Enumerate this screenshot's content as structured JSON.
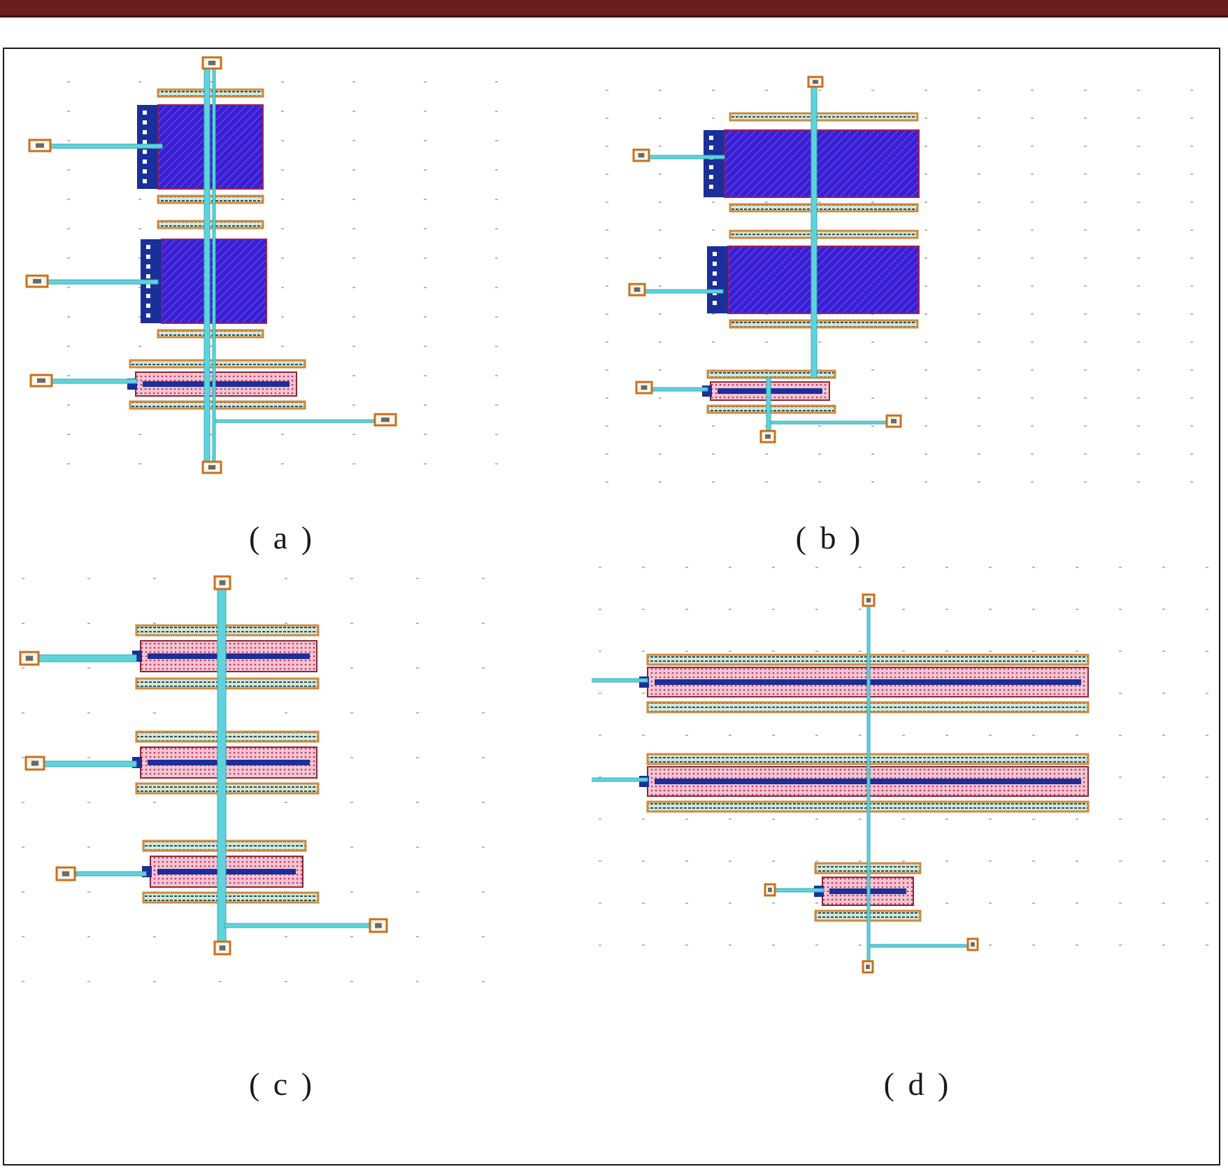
{
  "figure": {
    "panels": [
      {
        "id": "a",
        "caption": "( a )",
        "style": "wide-channel",
        "transistors": 3
      },
      {
        "id": "b",
        "caption": "( b )",
        "style": "wide-channel",
        "transistors": 3
      },
      {
        "id": "c",
        "caption": "( c )",
        "style": "narrow-channel",
        "transistors": 3
      },
      {
        "id": "d",
        "caption": "( d )",
        "style": "narrow-channel-long",
        "transistors": 3
      }
    ]
  },
  "colors": {
    "top_bar": "#6b1e20",
    "frame": "#1a1a1a",
    "grid_dot": "#b8b8b8",
    "routing_wire": "#5fd3dc",
    "channel_fill": "#3a1fd0",
    "diffusion_red": "#d0315a",
    "pin_frame": "#c8701e",
    "gate_bar": "#1b2f9a",
    "rail_fill": "#cfe7de",
    "rail_border": "#d08a3c"
  }
}
